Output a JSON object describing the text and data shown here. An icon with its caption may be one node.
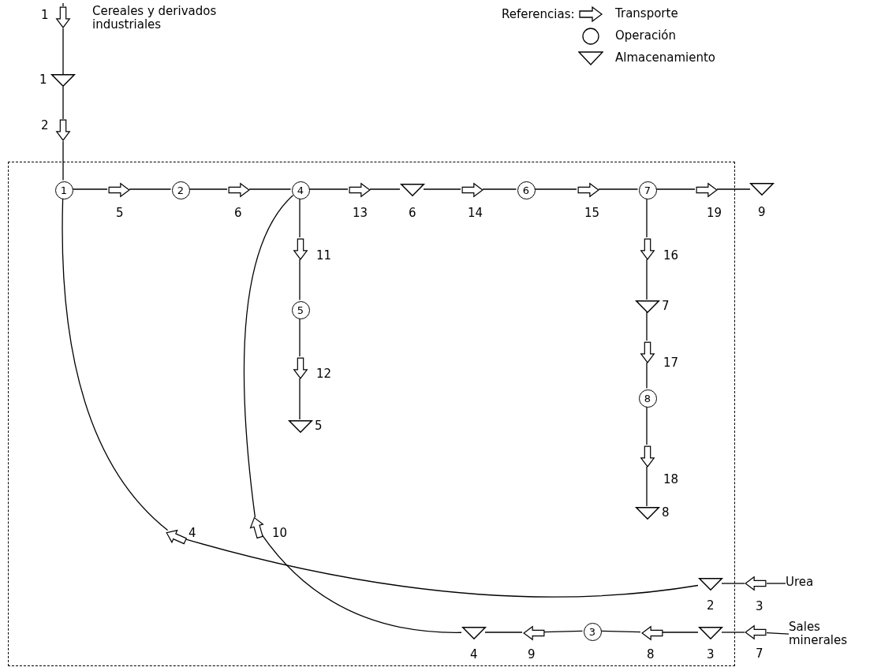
{
  "diagram": {
    "nodes": [
      {
        "text": [],
        "shape": "triangle",
        "beside": [
          "1"
        ]
      },
      {
        "text": [],
        "shape": "box"
      },
      {
        "text": [
          "1"
        ],
        "in": 1
      },
      {
        "text": [
          "2"
        ],
        "in": 1
      },
      {
        "text": [
          "4"
        ],
        "in": 1
      },
      {
        "text": [],
        "shape": "triangle",
        "beside": [
          "6"
        ],
        "in": 1
      },
      {
        "text": [
          "6"
        ],
        "in": 1
      },
      {
        "text": [
          "7"
        ],
        "in": 1
      },
      {
        "text": [],
        "shape": "triangle",
        "beside": [
          "9"
        ]
      },
      {
        "text": [
          "5"
        ],
        "in": 1
      },
      {
        "text": [],
        "shape": "triangle",
        "beside": [
          "7"
        ],
        "in": 1
      },
      {
        "text": [
          "8"
        ],
        "in": 1
      },
      {
        "text": [],
        "shape": "triangle",
        "beside": [
          "5"
        ],
        "in": 1
      },
      {
        "text": [],
        "shape": "triangle",
        "beside": [
          "8"
        ],
        "in": 1
      },
      {
        "text": [],
        "shape": "triangle",
        "beside": [
          "2"
        ],
        "in": 1
      },
      {
        "text": [
          "Urea"
        ]
      },
      {
        "text": [],
        "shape": "triangle",
        "beside": [
          "4"
        ],
        "in": 1
      },
      {
        "text": [
          "3"
        ],
        "in": 1
      },
      {
        "text": [],
        "shape": "triangle",
        "beside": [
          "3"
        ],
        "in": 1
      },
      {
        "text": [
          "Sales minerales"
        ]
      },
      {
        "text": [],
        "shape": "arrow",
        "beside": [
          "1"
        ]
      },
      {
        "text": [],
        "shape": "arrow",
        "beside": [
          "2"
        ]
      },
      {
        "text": [],
        "shape": "arrow",
        "beside": [
          "5"
        ],
        "in": 1
      },
      {
        "text": [],
        "shape": "arrow",
        "beside": [
          "6"
        ],
        "in": 1
      },
      {
        "text": [],
        "shape": "arrow",
        "beside": [
          "13"
        ],
        "in": 1
      },
      {
        "text": [],
        "shape": "arrow",
        "beside": [
          "14"
        ],
        "in": 1
      },
      {
        "text": [],
        "shape": "arrow",
        "beside": [
          "15"
        ],
        "in": 1
      },
      {
        "text": [],
        "shape": "arrow",
        "beside": [
          "19"
        ],
        "in": 1
      },
      {
        "text": [],
        "shape": "arrow",
        "beside": [
          "11"
        ],
        "in": 1
      },
      {
        "text": [],
        "shape": "arrow",
        "beside": [
          "12"
        ],
        "in": 1
      },
      {
        "text": [],
        "shape": "arrow",
        "beside": [
          "16"
        ],
        "in": 1
      },
      {
        "text": [],
        "shape": "arrow",
        "beside": [
          "17"
        ],
        "in": 1
      },
      {
        "text": [],
        "shape": "arrow",
        "beside": [
          "18"
        ],
        "in": 1
      },
      {
        "text": [],
        "shape": "arrow",
        "beside": [
          "3"
        ]
      },
      {
        "text": [],
        "shape": "arrow",
        "beside": [
          "4"
        ],
        "in": 1
      },
      {
        "text": [],
        "shape": "arrow",
        "beside": [
          "7"
        ]
      },
      {
        "text": [],
        "shape": "arrow",
        "beside": [
          "8"
        ],
        "in": 1
      },
      {
        "text": [],
        "shape": "arrow",
        "beside": [
          "9"
        ],
        "in": 1
      },
      {
        "text": [],
        "shape": "arrow",
        "beside": [
          "10"
        ],
        "in": 1
      }
    ],
    "edges": [
      {
        "from": null,
        "to": 20,
        "arrow": "none"
      },
      {
        "from": 20,
        "to": 0,
        "arrow": "none"
      },
      {
        "from": 0,
        "to": 21,
        "arrow": "none"
      },
      {
        "from": 21,
        "to": 2,
        "arrow": "none"
      },
      {
        "from": 2,
        "to": 22,
        "arrow": "none"
      },
      {
        "from": 22,
        "to": 3,
        "arrow": "none"
      },
      {
        "from": 3,
        "to": 23,
        "arrow": "none"
      },
      {
        "from": 23,
        "to": 4,
        "arrow": "none"
      },
      {
        "from": 4,
        "to": 24,
        "arrow": "none"
      },
      {
        "from": 24,
        "to": 5,
        "arrow": "none"
      },
      {
        "from": 5,
        "to": 25,
        "arrow": "none"
      },
      {
        "from": 25,
        "to": 6,
        "arrow": "none"
      },
      {
        "from": 6,
        "to": 26,
        "arrow": "none"
      },
      {
        "from": 26,
        "to": 7,
        "arrow": "none"
      },
      {
        "from": 7,
        "to": 27,
        "arrow": "none"
      },
      {
        "from": 27,
        "to": 8,
        "arrow": "none"
      },
      {
        "from": 4,
        "to": 28,
        "arrow": "none"
      },
      {
        "from": 28,
        "to": 9,
        "arrow": "none"
      },
      {
        "from": 9,
        "to": 29,
        "arrow": "none"
      },
      {
        "from": 29,
        "to": 12,
        "arrow": "none"
      },
      {
        "from": 7,
        "to": 30,
        "arrow": "none"
      },
      {
        "from": 30,
        "to": 10,
        "arrow": "none"
      },
      {
        "from": 10,
        "to": 31,
        "arrow": "none"
      },
      {
        "from": 31,
        "to": 11,
        "arrow": "none"
      },
      {
        "from": 11,
        "to": 32,
        "arrow": "none"
      },
      {
        "from": 32,
        "to": 13,
        "arrow": "none"
      },
      {
        "from": 15,
        "to": 33,
        "arrow": "none"
      },
      {
        "from": 33,
        "to": 14,
        "arrow": "none"
      },
      {
        "from": 14,
        "to": 34,
        "arrow": "none"
      },
      {
        "from": 34,
        "to": 2,
        "arrow": "none"
      },
      {
        "from": 19,
        "to": 35,
        "arrow": "none"
      },
      {
        "from": 35,
        "to": 18,
        "arrow": "none"
      },
      {
        "from": 18,
        "to": 36,
        "arrow": "none"
      },
      {
        "from": 36,
        "to": 17,
        "arrow": "none"
      },
      {
        "from": 17,
        "to": 37,
        "arrow": "none"
      },
      {
        "from": 37,
        "to": 16,
        "arrow": "none"
      },
      {
        "from": 16,
        "to": 38,
        "arrow": "none"
      },
      {
        "from": 38,
        "to": 4,
        "arrow": "none"
      }
    ],
    "labels": [
      "Cereales y derivados industriales",
      "Referencias:"
    ],
    "legend": [
      {
        "text": "Transporte"
      },
      {
        "text": "Operación"
      },
      {
        "text": "Almacenamiento"
      }
    ]
  }
}
